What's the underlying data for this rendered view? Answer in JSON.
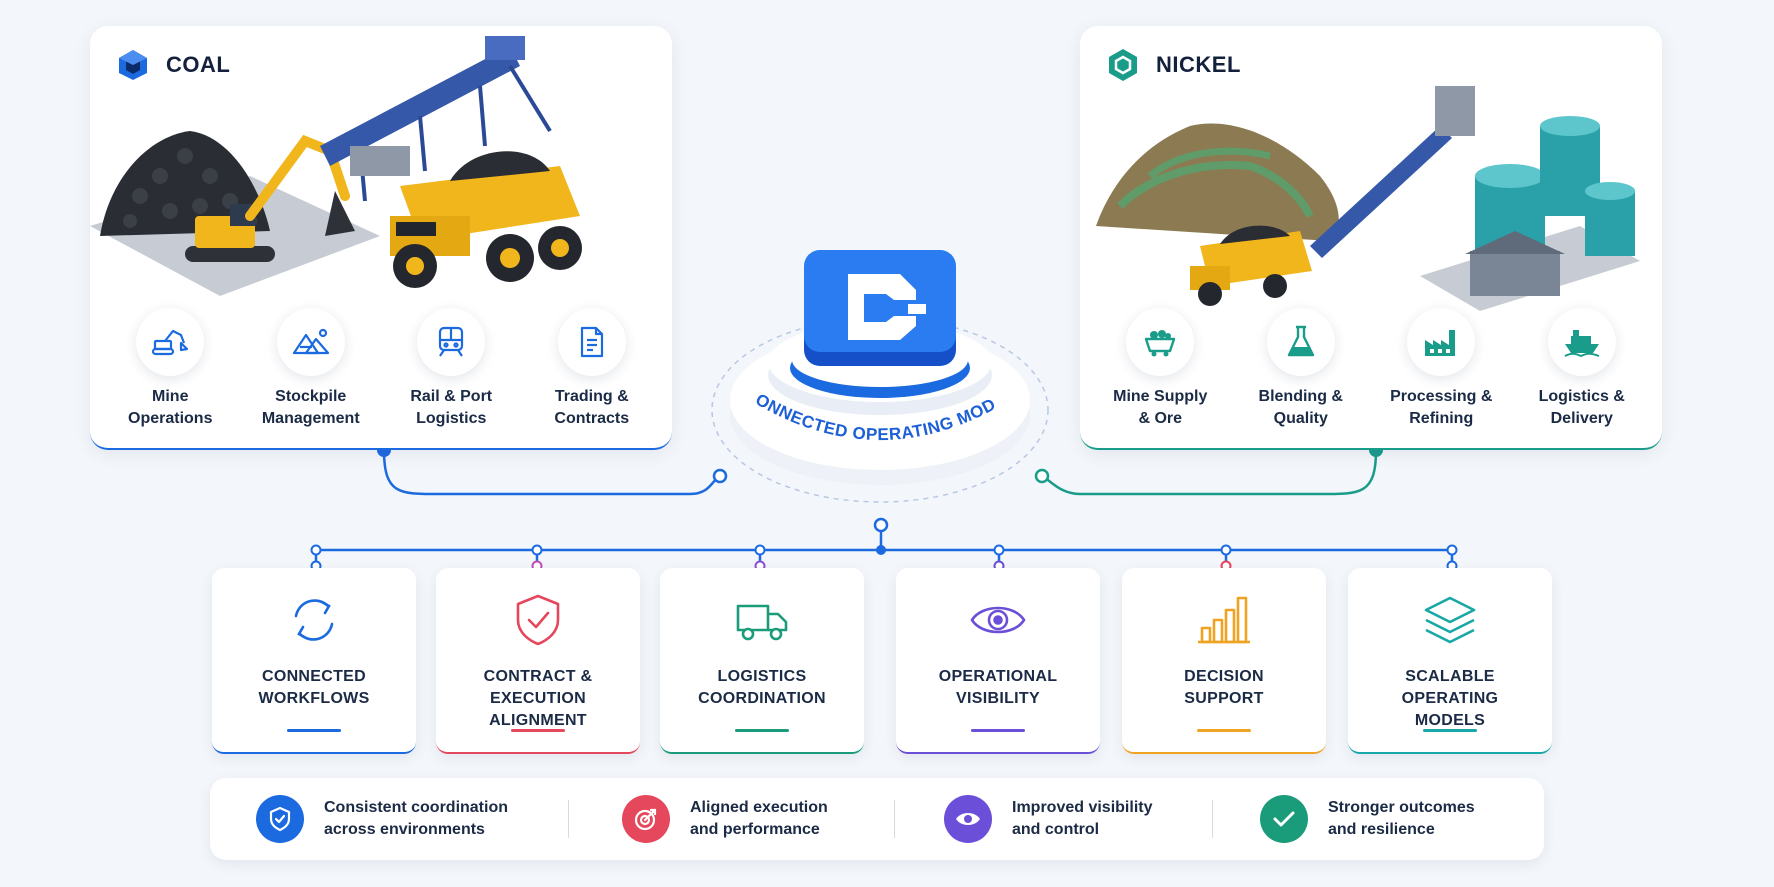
{
  "coal": {
    "title": "COAL",
    "items": [
      {
        "label": "Mine\nOperations",
        "icon": "excavator-icon"
      },
      {
        "label": "Stockpile\nManagement",
        "icon": "stockpile-icon"
      },
      {
        "label": "Rail & Port\nLogistics",
        "icon": "train-icon"
      },
      {
        "label": "Trading &\nContracts",
        "icon": "document-icon"
      }
    ]
  },
  "nickel": {
    "title": "NICKEL",
    "items": [
      {
        "label": "Mine Supply\n& Ore",
        "icon": "mine-cart-icon"
      },
      {
        "label": "Blending &\nQuality",
        "icon": "flask-icon"
      },
      {
        "label": "Processing &\nRefining",
        "icon": "factory-icon"
      },
      {
        "label": "Logistics &\nDelivery",
        "icon": "ship-icon"
      }
    ]
  },
  "hub": {
    "label": "CONNECTED OPERATING MODEL"
  },
  "cards": [
    {
      "label": "CONNECTED\nWORKFLOWS",
      "icon": "cycle-arrows-icon",
      "color": "#1c6ae0"
    },
    {
      "label": "CONTRACT &\nEXECUTION\nALIGNMENT",
      "icon": "shield-check-icon",
      "color": "#e5475c"
    },
    {
      "label": "LOGISTICS\nCOORDINATION",
      "icon": "truck-icon",
      "color": "#1a9c7a"
    },
    {
      "label": "OPERATIONAL\nVISIBILITY",
      "icon": "eye-icon",
      "color": "#6b4fd8"
    },
    {
      "label": "DECISION\nSUPPORT",
      "icon": "bar-chart-icon",
      "color": "#f0a322"
    },
    {
      "label": "SCALABLE\nOPERATING\nMODELS",
      "icon": "layers-icon",
      "color": "#18a8a8"
    }
  ],
  "benefits": [
    {
      "label": "Consistent coordination\nacross environments",
      "icon": "shield-check-icon",
      "color": "#1c6ae0"
    },
    {
      "label": "Aligned execution\nand performance",
      "icon": "target-icon",
      "color": "#e5475c"
    },
    {
      "label": "Improved visibility\nand control",
      "icon": "eye-icon",
      "color": "#6b4fd8"
    },
    {
      "label": "Stronger outcomes\nand resilience",
      "icon": "check-icon",
      "color": "#1a9c7a"
    }
  ]
}
